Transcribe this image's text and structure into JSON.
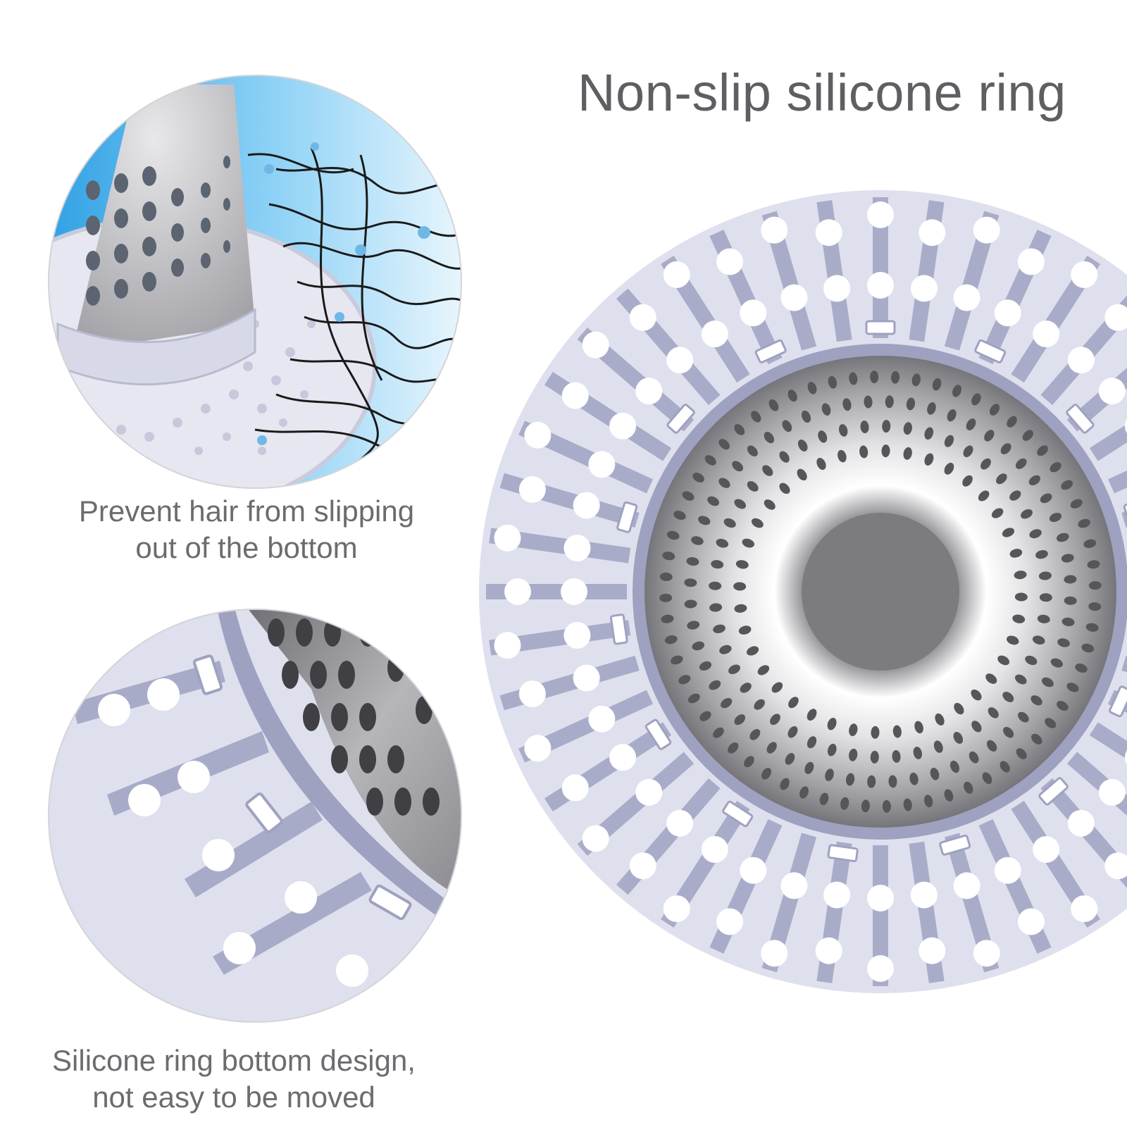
{
  "header": {
    "title": "Non-slip silicone ring"
  },
  "features": [
    {
      "caption_lines": [
        "Prevent hair from slipping",
        "out of the bottom"
      ]
    },
    {
      "caption_lines": [
        "Silicone ring bottom design,",
        "not easy to be moved"
      ]
    }
  ],
  "colors": {
    "silicone": "#dfe0ee",
    "silicone_shadow": "#9ea2c0",
    "steel": "#a8a8ab",
    "steel_dark": "#5a5a5e",
    "water": "#7ec8f2",
    "text": "#5f5f63"
  }
}
